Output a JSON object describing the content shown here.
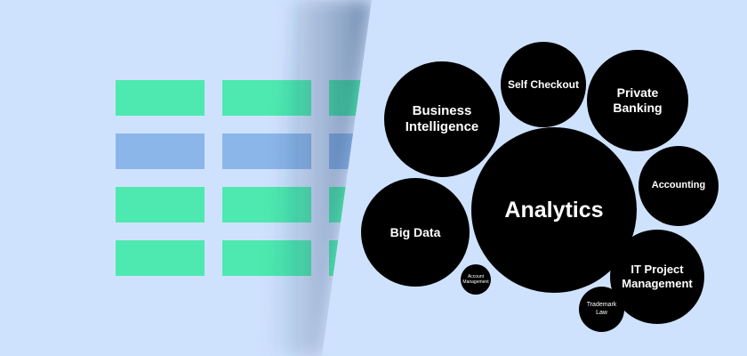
{
  "colors": {
    "background": "#cfe2fd",
    "row_green": "#4ee9b0",
    "row_blue": "#8bb6ea",
    "bubble": "#000000",
    "bubble_text": "#ffffff"
  },
  "bubbles": {
    "analytics": "Analytics",
    "business_intelligence": "Business\nIntelligence",
    "self_checkout": "Self Checkout",
    "private_banking": "Private\nBanking",
    "accounting": "Accounting",
    "big_data": "Big Data",
    "it_project_management": "IT Project\nManagement",
    "account_management": "Account\nManagement",
    "trademark_law": "Trademark\nLaw"
  }
}
